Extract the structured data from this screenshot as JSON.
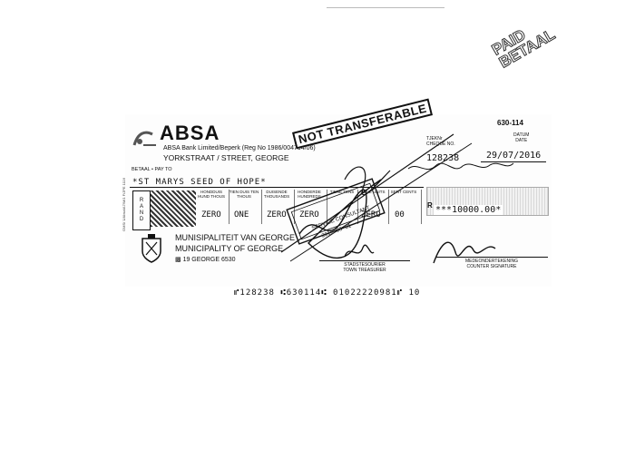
{
  "stamp_paid": [
    "PAID",
    "BETAAL"
  ],
  "bank": {
    "logo_text": "ABSA",
    "line1": "ABSA Bank Limited/Beperk (Reg No 1986/004794/06)",
    "line2": "YORKSTRAAT / STREET, GEORGE",
    "branch_code": "630-114"
  },
  "crossing": "NOT TRANSFERABLE",
  "cheque_no_label": [
    "TJEKNr",
    "CHEQUE NO."
  ],
  "cheque_no": "128238",
  "date_label": [
    "DATUM",
    "DATE"
  ],
  "date": "29/07/2016",
  "pay_label": "BETAAL • PAY TO",
  "payee": "*ST MARYS SEED OF HOPE*",
  "side_text": "OMS/ 1/Absa/A7/M/1 F/JPE 1116",
  "rand_letters": [
    "R",
    "A",
    "N",
    "D"
  ],
  "columns": [
    {
      "label": "HONDDUIS HUND THOUS",
      "word": ""
    },
    {
      "label": "TIEN DUIS TEN THOUS",
      "word": "ZERO"
    },
    {
      "label": "DUISENDE THOUSANDS",
      "word": "ONE"
    },
    {
      "label": "HONDERDE HUNDREDS",
      "word": "ZERO"
    },
    {
      "label": "TIENE TENS",
      "word": "ZERO"
    },
    {
      "label": "EENE UNITS",
      "word": "ZERO"
    },
    {
      "label": "SENT CENTS",
      "word": "00"
    }
  ],
  "amount": "***10000.00*",
  "drawer": {
    "name_af": "MUNISIPALITEIT VAN GEORGE",
    "name_en": "MUNICIPALITY OF GEORGE",
    "address": "19 GEORGE 6530"
  },
  "signature1_label": [
    "STADSTESOURIER",
    "TOWN TREASURER"
  ],
  "signature2_label": [
    "MEDEONDERTEKENING",
    "COUNTER SIGNATURE"
  ],
  "stamp_lines": [
    "SERVICE CONSULTANT",
    "2016 -08- 01"
  ],
  "micr": "⑈128238 ⑆630114⑆ 01022220981⑈ 10"
}
